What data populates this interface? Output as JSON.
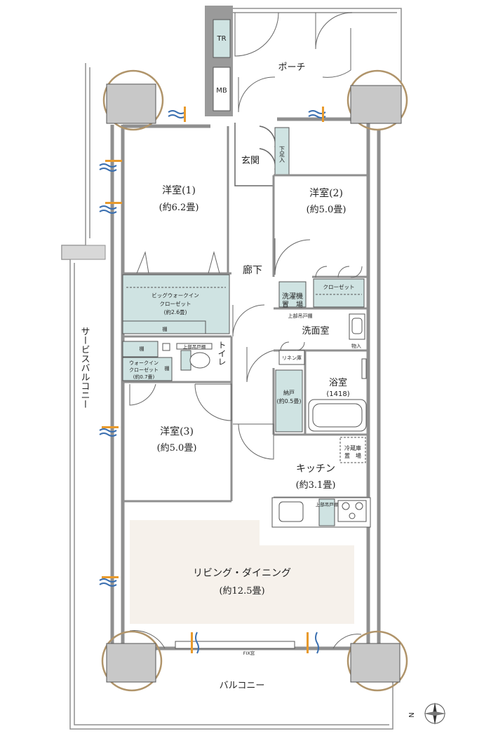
{
  "colors": {
    "wall": "#8f8f8f",
    "wall_dark": "#555555",
    "storage": "#cfe3e2",
    "living_floor": "#f6f1eb",
    "column_ring": "#b0946a",
    "column_fill": "#c8c8c8",
    "wind_blue": "#3a6fb0",
    "wind_orange": "#e89a2c"
  },
  "rooms": {
    "tr": "TR",
    "mb": "MB",
    "porch": "ポーチ",
    "genkan": "玄関",
    "shoe_closet": "下足入",
    "western1": "洋室(1)",
    "western1_size": "(約6.2畳)",
    "western2": "洋室(2)",
    "western2_size": "(約5.0畳)",
    "hallway": "廊下",
    "big_wic_line1": "ビッグウォークイン",
    "big_wic_line2": "クローゼット",
    "big_wic_size": "(約2.6畳)",
    "shelf": "棚",
    "shelf2": "棚",
    "shelf3": "棚",
    "wic_line1": "ウォークイン",
    "wic_line2": "クローゼット",
    "wic_size": "(約0.7畳)",
    "upper_shelf_toilet": "上部吊戸棚",
    "toilet": "トイレ",
    "closet2": "クローゼット",
    "washer_line1": "洗濯機",
    "washer_line2": "置　場",
    "upper_shelf_wash": "上部吊戸棚",
    "washroom": "洗面室",
    "storage_wash": "物入",
    "linen": "リネン庫",
    "bath": "浴室",
    "bath_size": "(1418)",
    "nando": "納戸",
    "nando_size": "(約0.5畳)",
    "fridge_line1": "冷蔵庫",
    "fridge_line2": "置　場",
    "kitchen": "キッチン",
    "kitchen_size": "(約3.1畳)",
    "upper_shelf_kitchen": "上部吊戸棚",
    "western3": "洋室(3)",
    "western3_size": "(約5.0畳)",
    "ld": "リビング・ダイニング",
    "ld_size": "(約12.5畳)",
    "service_balcony": "サービスバルコニー",
    "balcony": "バルコニー",
    "fix_window": "FIX窓",
    "north": "N"
  }
}
